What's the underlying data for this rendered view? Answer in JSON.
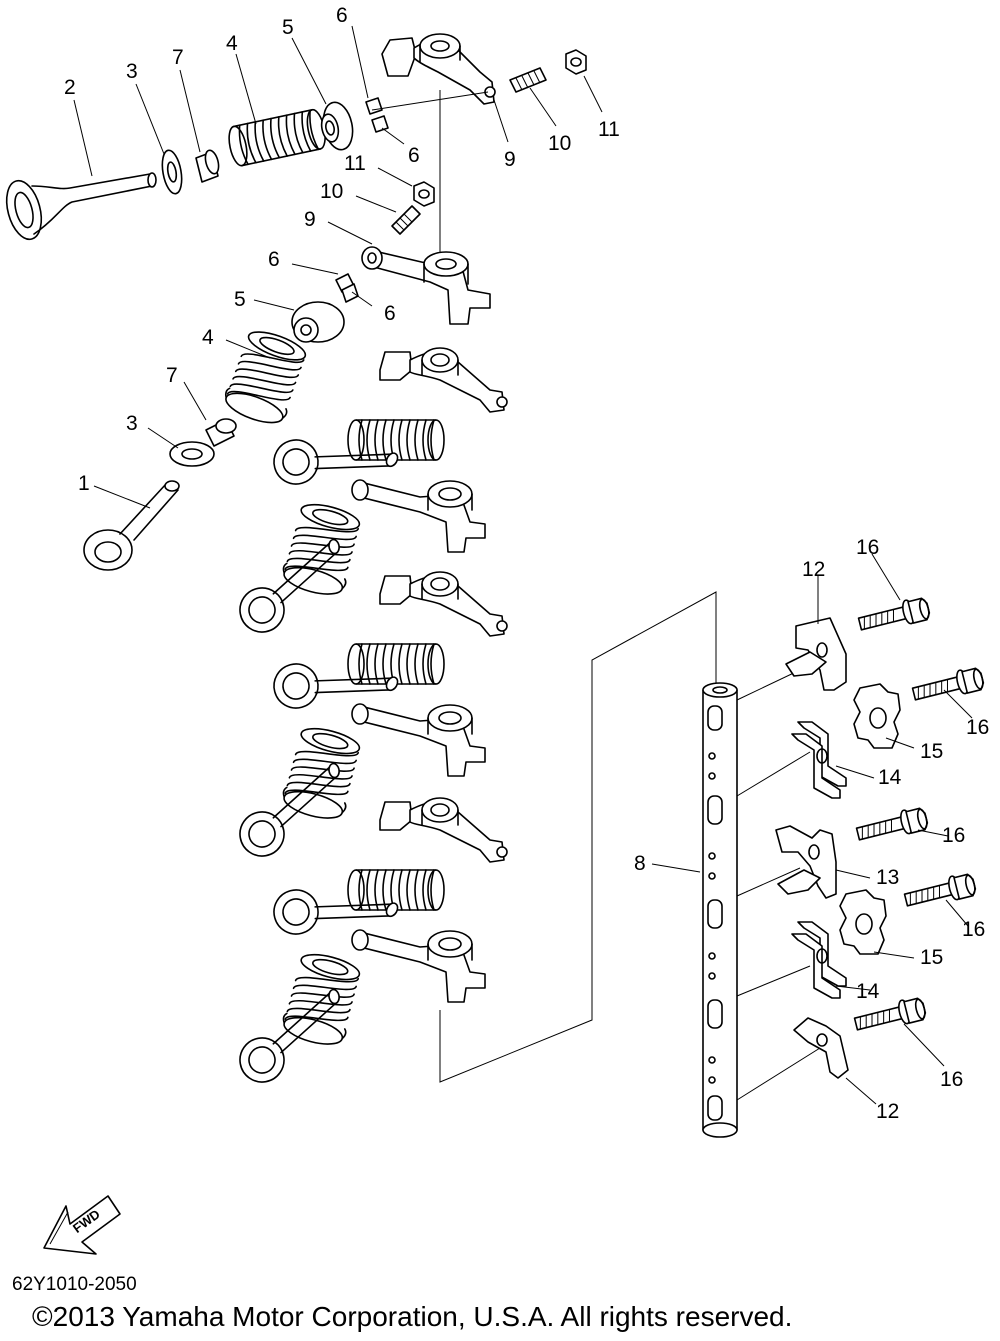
{
  "diagram": {
    "part_code": "62Y1010-2050",
    "copyright": "©2013 Yamaha Motor Corporation, U.S.A. All rights reserved.",
    "fwd_label": "FWD",
    "callouts": [
      {
        "id": "c2a",
        "text": "2"
      },
      {
        "id": "c3a",
        "text": "3"
      },
      {
        "id": "c7a",
        "text": "7"
      },
      {
        "id": "c4a",
        "text": "4"
      },
      {
        "id": "c5a",
        "text": "5"
      },
      {
        "id": "c6a",
        "text": "6"
      },
      {
        "id": "c6b",
        "text": "6"
      },
      {
        "id": "c9a",
        "text": "9"
      },
      {
        "id": "c10a",
        "text": "10"
      },
      {
        "id": "c11a",
        "text": "11"
      },
      {
        "id": "c11b",
        "text": "11"
      },
      {
        "id": "c10b",
        "text": "10"
      },
      {
        "id": "c9b",
        "text": "9"
      },
      {
        "id": "c6c",
        "text": "6"
      },
      {
        "id": "c6d",
        "text": "6"
      },
      {
        "id": "c5b",
        "text": "5"
      },
      {
        "id": "c4b",
        "text": "4"
      },
      {
        "id": "c7b",
        "text": "7"
      },
      {
        "id": "c3b",
        "text": "3"
      },
      {
        "id": "c1",
        "text": "1"
      },
      {
        "id": "c16a",
        "text": "16"
      },
      {
        "id": "c12a",
        "text": "12"
      },
      {
        "id": "c16b",
        "text": "16"
      },
      {
        "id": "c15a",
        "text": "15"
      },
      {
        "id": "c14a",
        "text": "14"
      },
      {
        "id": "c16c",
        "text": "16"
      },
      {
        "id": "c8",
        "text": "8"
      },
      {
        "id": "c13",
        "text": "13"
      },
      {
        "id": "c16d",
        "text": "16"
      },
      {
        "id": "c15b",
        "text": "15"
      },
      {
        "id": "c14b",
        "text": "14"
      },
      {
        "id": "c16e",
        "text": "16"
      },
      {
        "id": "c12b",
        "text": "12"
      }
    ]
  }
}
